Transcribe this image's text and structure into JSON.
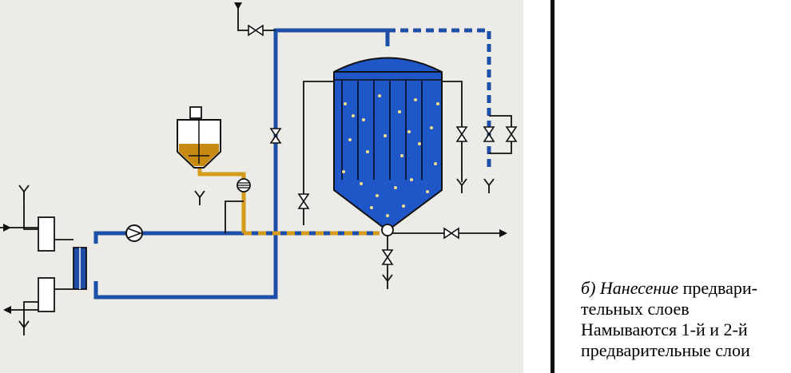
{
  "caption": {
    "italic_part": "б) Нанесение",
    "line1_rest": " предвари-",
    "line2": "тельных слоев",
    "line3": "Намываются 1-й и 2-й",
    "line4": "предварительные слои"
  },
  "colors": {
    "water_pipe": "#1e4fa8",
    "slurry_pipe": "#d49a1a",
    "filter_tank": "#1f56c8",
    "filter_particles": "#f2e08a",
    "dosing_slurry": "#c88a10",
    "line": "#111111",
    "background": "#ecebe6"
  },
  "icons": {
    "valve": "bowtie-valve",
    "pump": "circle-pump",
    "drain": "y-drain",
    "flow_arrow": "arrow-head"
  }
}
